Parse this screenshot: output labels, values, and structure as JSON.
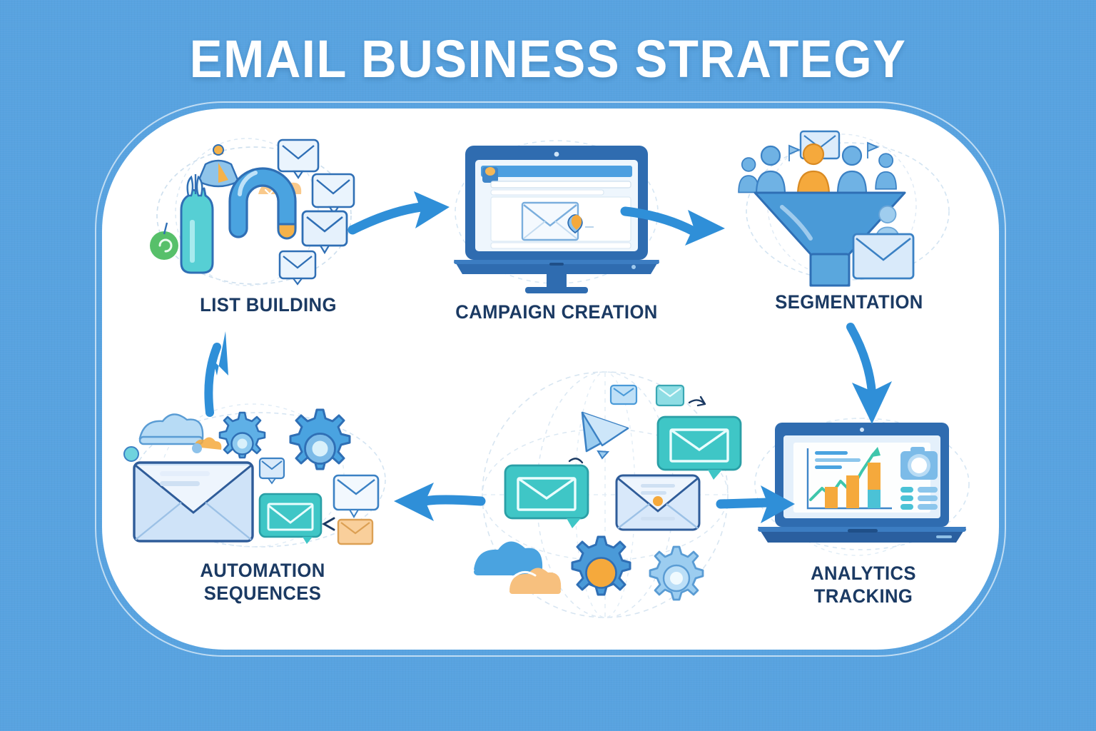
{
  "page": {
    "title": "EMAIL BUSINESS STRATEGY",
    "background_color": "#58a3e0",
    "card_color": "#ffffff",
    "label_color": "#1b3a63",
    "arrow_color": "#2f8fd8",
    "accent_orange": "#f5a93c",
    "accent_teal": "#3fc6c6"
  },
  "diagram": {
    "type": "cycle-flow",
    "stage_count": 5,
    "stages": [
      {
        "id": "list-building",
        "label": "LIST BUILDING",
        "icon": "magnet-lead-capture-icon",
        "position": "top-left"
      },
      {
        "id": "campaign-creation",
        "label": "CAMPAIGN CREATION",
        "icon": "desktop-monitor-email-composer-icon",
        "position": "top-center"
      },
      {
        "id": "segmentation",
        "label": "SEGMENTATION",
        "icon": "funnel-audience-icon",
        "position": "top-right"
      },
      {
        "id": "analytics-tracking",
        "label": "ANALYTICS\nTRACKING",
        "icon": "laptop-analytics-dashboard-icon",
        "position": "bottom-right"
      },
      {
        "id": "automation-sequences",
        "label": "AUTOMATION\nSEQUENCES",
        "icon": "envelope-gears-automation-icon",
        "position": "bottom-left"
      }
    ],
    "center": {
      "id": "email-network-cluster",
      "icon": "global-email-network-icon",
      "label": ""
    },
    "connectors": [
      {
        "id": "connector-list-to-campaign",
        "from": "list-building",
        "to": "campaign-creation",
        "direction": "right"
      },
      {
        "id": "connector-campaign-to-segment",
        "from": "campaign-creation",
        "to": "segmentation",
        "direction": "right"
      },
      {
        "id": "connector-segment-to-analytics",
        "from": "segmentation",
        "to": "analytics-tracking",
        "direction": "down"
      },
      {
        "id": "connector-center-to-analytics",
        "from": "email-network-cluster",
        "to": "analytics-tracking",
        "direction": "right"
      },
      {
        "id": "connector-center-to-automation",
        "from": "email-network-cluster",
        "to": "automation-sequences",
        "direction": "left"
      },
      {
        "id": "connector-automation-to-list",
        "from": "automation-sequences",
        "to": "list-building",
        "direction": "up"
      }
    ]
  }
}
